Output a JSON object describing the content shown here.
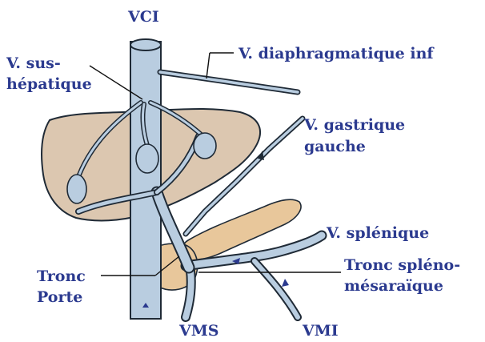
{
  "colors": {
    "label": "#2b3a8f",
    "liver_fill": "#dcc7b0",
    "pancreas_fill": "#e8c79b",
    "vein_fill": "#b9cde0",
    "vein_outline": "#1f2a36"
  },
  "labels": {
    "vci": "VCI",
    "v_sus_line1": "V. sus-",
    "v_sus_line2": "hépatique",
    "v_diaphragmatique": "V. diaphragmatique inf",
    "v_gastrique_line1": "V. gastrique",
    "v_gastrique_line2": "gauche",
    "v_splenique": "V. splénique",
    "tronc_spleno_line1": "Tronc spléno-",
    "tronc_spleno_line2": "mésaraïque",
    "tronc_porte_line1": "Tronc",
    "tronc_porte_line2": "Porte",
    "vms": "VMS",
    "vmi": "VMI"
  }
}
